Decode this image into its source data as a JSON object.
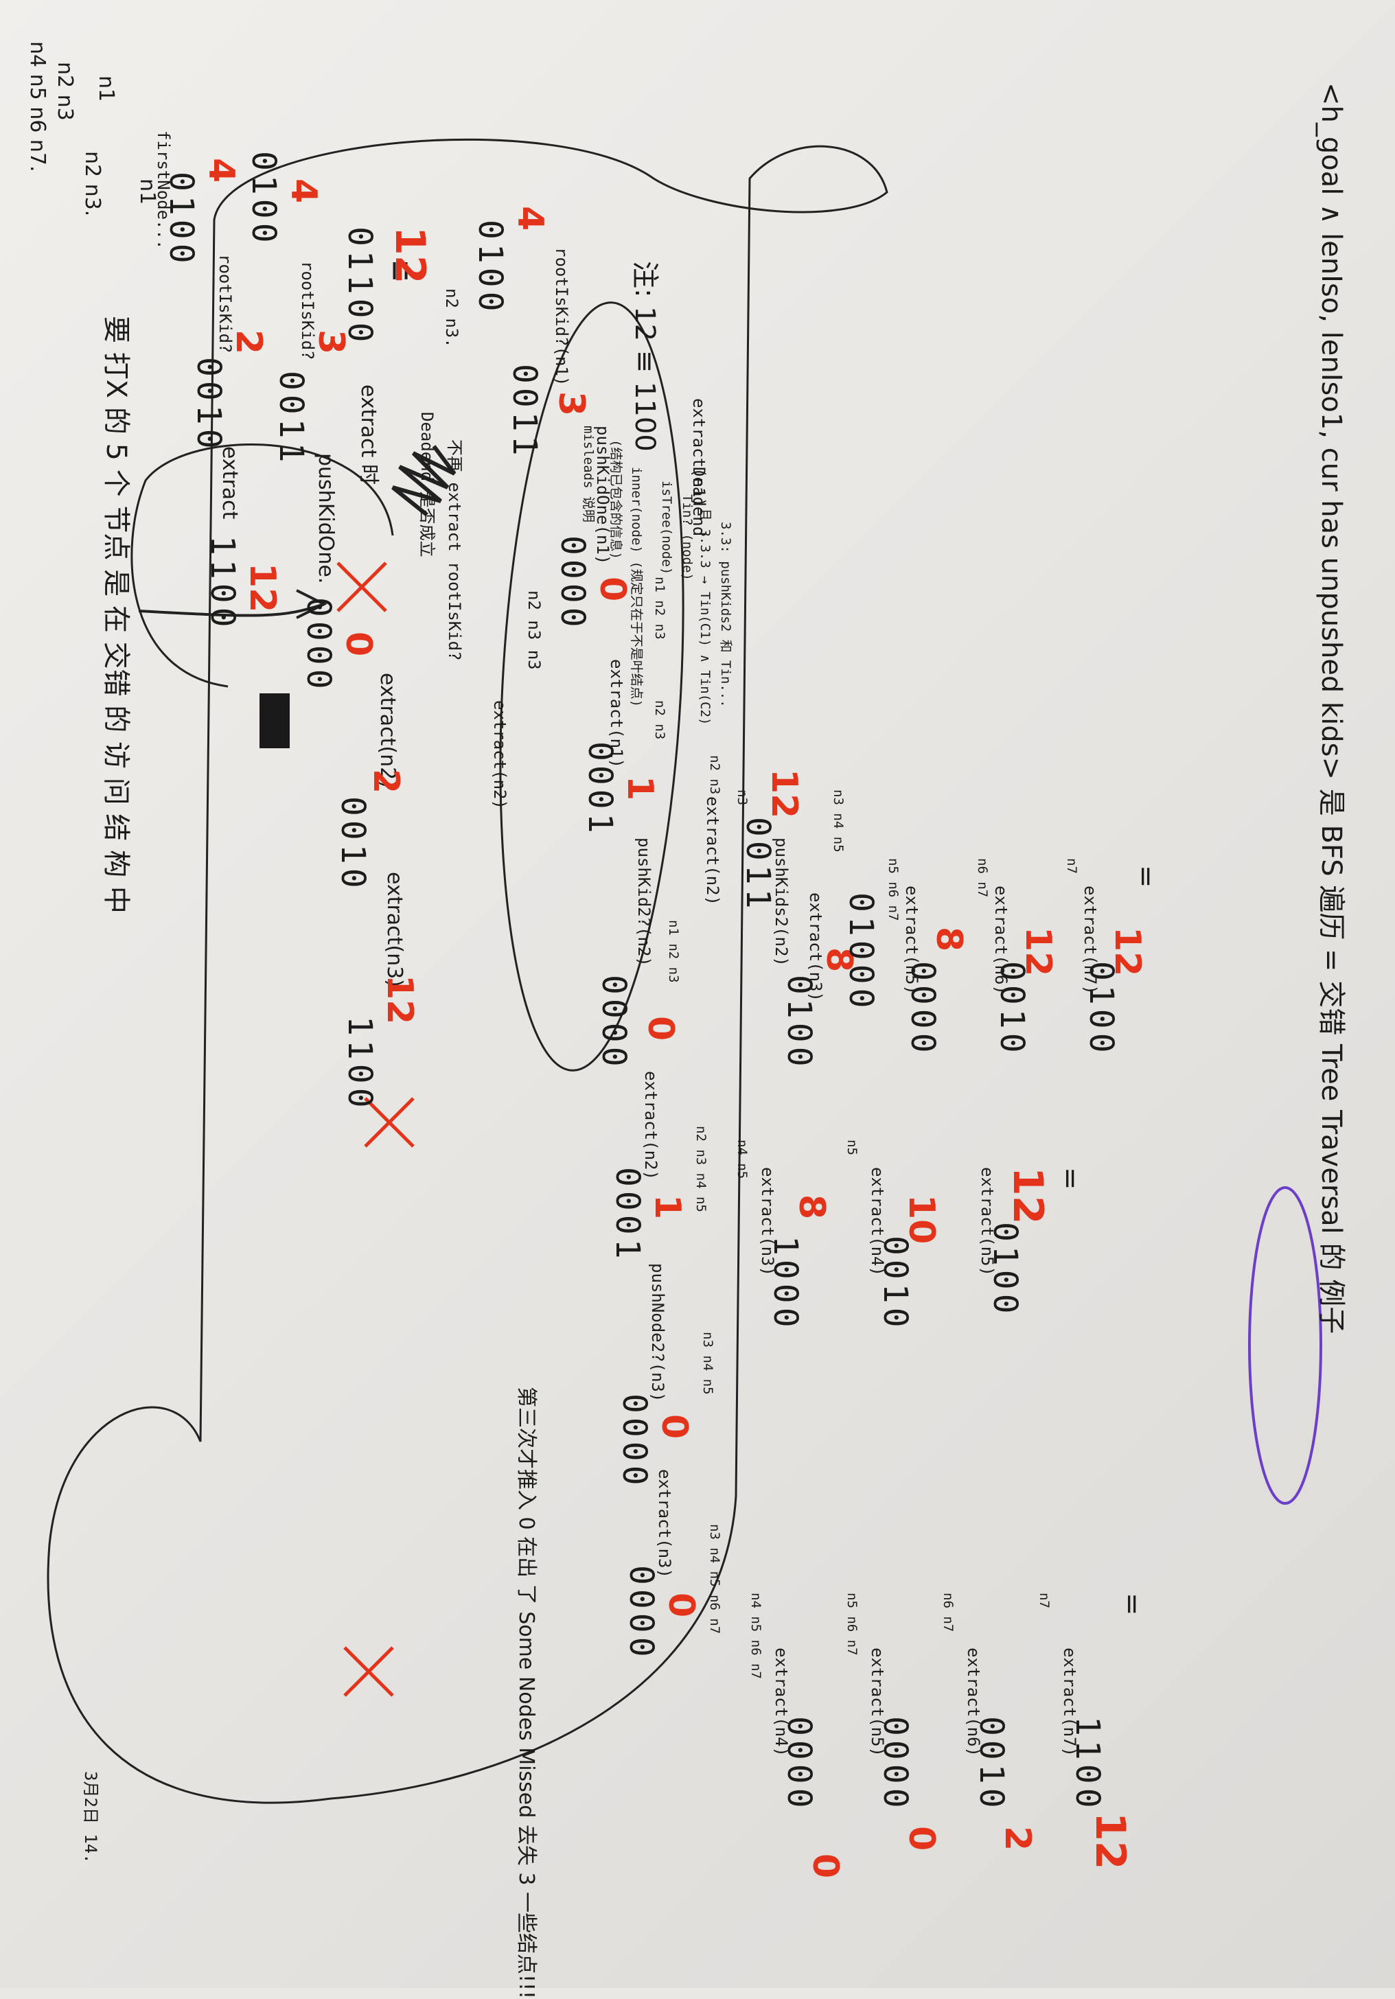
{
  "title": "<h_goal ∧ lenIso, lenIso1, cur has unpushed kids> 是 BFS 遍历 = 交错 Tree Traversal 的 例子",
  "tree": {
    "r1": {
      "root": "n1",
      "kids": "n2 n3."
    },
    "r2": {
      "root": "n1",
      "kids": "n2 n3",
      "leaves": "n4 n5 n6 n7."
    }
  },
  "row1": {
    "note": "firstNode...",
    "start": "0100",
    "op1": "rootIsKid?",
    "v1": "0010",
    "op2": "extract",
    "v2": "1100",
    "n0": "4",
    "n1": "2",
    "n2": "12"
  },
  "row2": {
    "start": "0100",
    "op1": "rootIsKid?",
    "v1": "0011",
    "op2": "pushKidOne.",
    "v2": "0000",
    "op3": "extract(n2)",
    "v3": "0010",
    "op4": "extract(n3)",
    "v4": "1100",
    "n0": "4",
    "n1": "3",
    "n2": "0",
    "n3": "2",
    "n4": "12"
  },
  "row2b": {
    "start": "01100",
    "eq": "≡",
    "seq": "n2 n3.",
    "n0": "12",
    "extract": "extract 时",
    "box1": "Deadend 是否成立",
    "box2": "不再 extract rootIsKid?",
    "cnt": "n2 n3 n3",
    "extract2": "extract(n2)"
  },
  "row3": {
    "n0": "4",
    "start": "0100",
    "op1": "rootIsKid?(n1)",
    "v1": "0011",
    "n1": "3",
    "op2": "pushKidOne(n1)",
    "v2": "0000",
    "n2": "0",
    "op3": "extract(n1)",
    "v3": "0001",
    "n3": "1",
    "op4": "pushKid2?(n2)",
    "v4": "0000",
    "n4": "0",
    "op5": "extract(n2)",
    "v5": "0001",
    "n5": "1",
    "op6": "pushNode2?(n3)",
    "v6": "0000",
    "n6": "0",
    "op7": "extract(n3)",
    "v7": "0000",
    "n7": "0",
    "q1": "n2 n3",
    "q2": "n1 n2 n3",
    "q3": "n2 n3 n4 n5",
    "q4": "n3 n4 n5",
    "q5": "n3 n4 n5 n6 n7"
  },
  "col_left": {
    "head": "注: 12 ≡ 1100",
    "ex": "extract(n1)",
    "dead": "Deadend",
    "nn": "n1 n2 n3",
    "note1": "misleads 说明",
    "note2": "(结构已包含的信息)",
    "note3": "inner(node) (规定只在于不是叶结点)",
    "note4": "isTree(node)",
    "note5": "Tin? (node)",
    "note6": "且 3.3.3 → Tin(C1) ∧ Tin(C2)",
    "note7": "3.3: pushKids2 和 Tin...",
    "bottom": "要 打X 的 5 个 节点 是 在 交错 的 访 问 结 构 中"
  },
  "col2": {
    "q1": "n2 n3",
    "q2": "n3",
    "ex1": "extract(n2)",
    "v1": "0011",
    "n1": "12",
    "op2": "pushKids2(n2)",
    "ex2": "extract(n3)",
    "v2": "0100",
    "n2": "8",
    "q3": "n3 n4 n5",
    "v3": "01000",
    "q4": "n5 n6 n7",
    "ex4": "extract(n5)",
    "v4": "0000",
    "n4": "8",
    "q5": "n6 n7",
    "ex5": "extract(n6)",
    "v5": "0010",
    "n5": "12",
    "q6": "n7",
    "ex6": "extract(n7)",
    "v6": "0100",
    "n6": "12",
    "eq": "="
  },
  "col3": {
    "q1": "n4 n5",
    "ex1": "extract(n3)",
    "v1": "1000",
    "n1": "8",
    "q2": "n5",
    "ex2": "extract(n4)",
    "v2": "0010",
    "n2": "10",
    "ex3": "extract(n5)",
    "v3": "0100",
    "n3": "12",
    "eq": "="
  },
  "col4": {
    "q1": "n4 n5 n6 n7",
    "ex1": "extract(n4)",
    "v1": "0000",
    "n1": "0",
    "q2": "n5 n6 n7",
    "ex2": "extract(n5)",
    "v2": "0000",
    "n2": "0",
    "q3": "n6 n7",
    "ex3": "extract(n6)",
    "v3": "0010",
    "n3": "2",
    "q4": "n7",
    "ex4": "extract(n7)",
    "v4": "1100",
    "n4": "12",
    "eq": "="
  },
  "right_note": "第三次才推入 0 在出 了 Some Nodes Missed 去失 3 一些结点!!!",
  "corner": "3月2日 14."
}
